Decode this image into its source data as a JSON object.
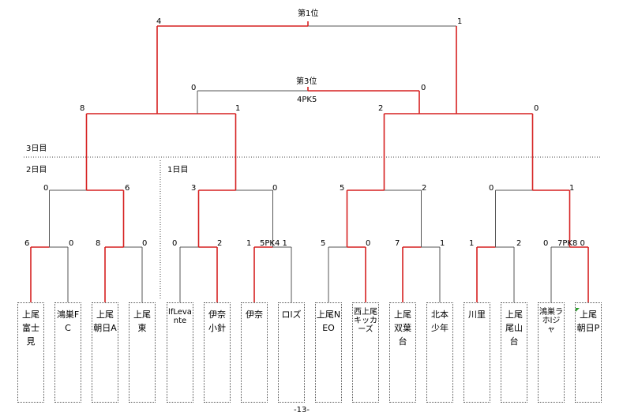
{
  "headings": {
    "final": "第1位",
    "third_place": "第3位",
    "third_place_pk": "4PK5",
    "day3": "3日目",
    "day2": "2日目",
    "day1": "1日目"
  },
  "page_number": "-13-",
  "teams": [
    "上尾富士見",
    "鴻巣FC",
    "上尾朝日A",
    "上尾東",
    "lfLevante",
    "伊奈小針",
    "伊奈",
    "ロlズ",
    "上尾NEO",
    "西上尾キッカーズ",
    "上尾双葉台",
    "北本少年",
    "川里",
    "上尾尾山台",
    "鴻巣ラホlジャ",
    "上尾朝日P"
  ],
  "scores": {
    "r1": [
      "6",
      "0",
      "8",
      "0",
      "0",
      "2",
      "1",
      "5PK4 1",
      "5",
      "0",
      "7",
      "1",
      "1",
      "2",
      "0",
      "7PK8 0"
    ],
    "r1_pk_a": "5PK4",
    "r1_pk_b": "7PK8",
    "r2": [
      "0",
      "6",
      "3",
      "0",
      "5",
      "2",
      "0",
      "1"
    ],
    "r3": [
      "8",
      "1",
      "2",
      "0"
    ],
    "third": [
      "0",
      "0"
    ],
    "final": [
      "4",
      "1"
    ]
  },
  "colors": {
    "winner_line": "#d62020",
    "loser_line": "#555555",
    "marker": "#2a9d2a"
  }
}
